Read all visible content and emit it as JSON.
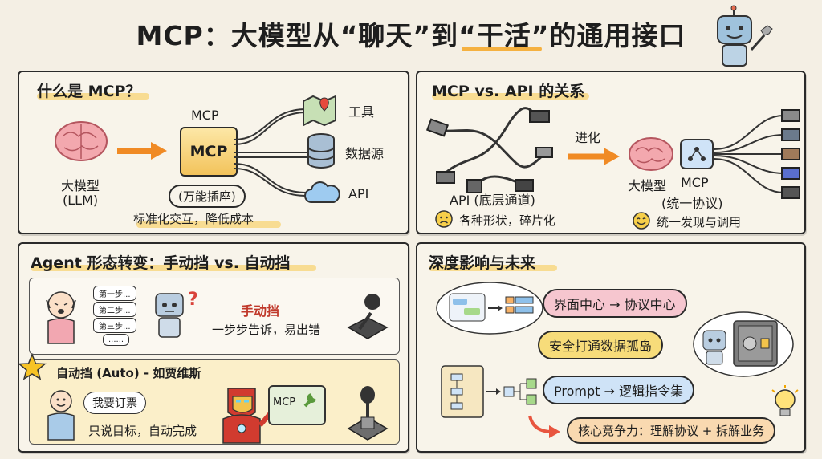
{
  "title": "MCP：大模型从“聊天”到“干活”的通用接口",
  "panel1": {
    "title": "什么是 MCP？",
    "llm_label": "大模型",
    "llm_sub": "(LLM)",
    "mcp_top_label": "MCP",
    "mcp_box": "MCP",
    "mcp_caption": "(万能插座)",
    "tools": "工具",
    "datasource": "数据源",
    "api": "API",
    "bottom": "标准化交互，降低成本"
  },
  "panel2": {
    "title": "MCP vs. API 的关系",
    "evolve": "进化",
    "api_label": "API (底层通道)",
    "api_con": "各种形状，碎片化",
    "llm_label": "大模型",
    "mcp_label": "MCP",
    "mcp_sub": "(统一协议)",
    "mcp_pro": "统一发现与调用"
  },
  "panel3": {
    "title": "Agent 形态转变：手动挡 vs. 自动挡",
    "steps": [
      "第一步...",
      "第二步...",
      "第三步...",
      "......"
    ],
    "manual_title": "手动挡",
    "manual_desc": "一步步告诉，易出错",
    "auto_title": "自动挡 (Auto) - 如贾维斯",
    "auto_bubble": "我要订票",
    "auto_desc": "只说目标，自动完成",
    "mcp_tag": "MCP"
  },
  "panel4": {
    "title": "深度影响与未来",
    "item1": "界面中心 → 协议中心",
    "item2": "安全打通数据孤岛",
    "item3": "Prompt → 逻辑指令集",
    "item4": "核心竞争力：理解协议 + 拆解业务"
  },
  "colors": {
    "accent": "#f5a623",
    "pink": "#f6c6cf",
    "yellow": "#f7dc7a",
    "blue": "#cfe3f7",
    "orange_pill": "#f9d9b0"
  }
}
